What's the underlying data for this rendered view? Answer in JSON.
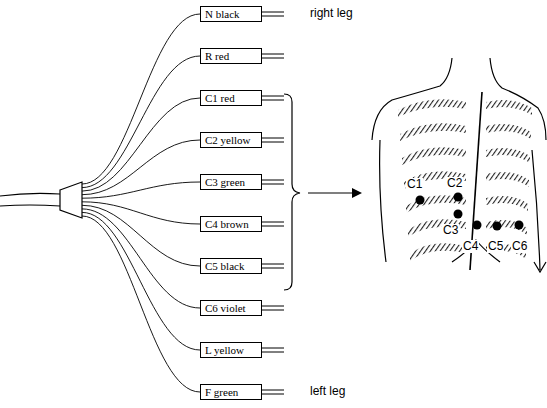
{
  "diagram": {
    "nodes": [
      {
        "text": [
          "N black"
        ]
      },
      {
        "text": [
          "R red"
        ]
      },
      {
        "text": [
          "C1 red"
        ]
      },
      {
        "text": [
          "C2 yellow"
        ]
      },
      {
        "text": [
          "C3 green"
        ]
      },
      {
        "text": [
          "C4 brown"
        ]
      },
      {
        "text": [
          "C5 black"
        ]
      },
      {
        "text": [
          "C6 violet"
        ]
      },
      {
        "text": [
          "L yellow"
        ]
      },
      {
        "text": [
          "F green"
        ]
      }
    ],
    "labels": [
      "right leg",
      "C1",
      "C2",
      "C3",
      "C4",
      "C5",
      "C6",
      "left leg"
    ]
  }
}
